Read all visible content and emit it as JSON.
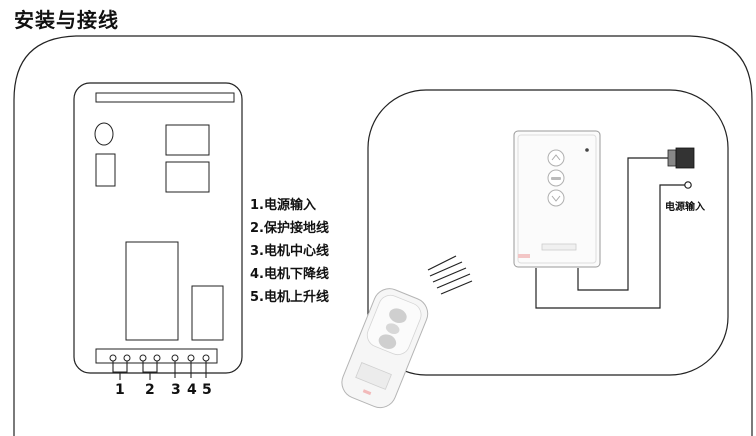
{
  "title": "安装与接线",
  "wire_labels": [
    "1.电源输入",
    "2.保护接地线",
    "3.电机中心线",
    "4.电机下降线",
    "5.电机上升线"
  ],
  "terminal_numbers": [
    "1",
    "2",
    "3",
    "4",
    "5"
  ],
  "power_input_label": "电源输入"
}
